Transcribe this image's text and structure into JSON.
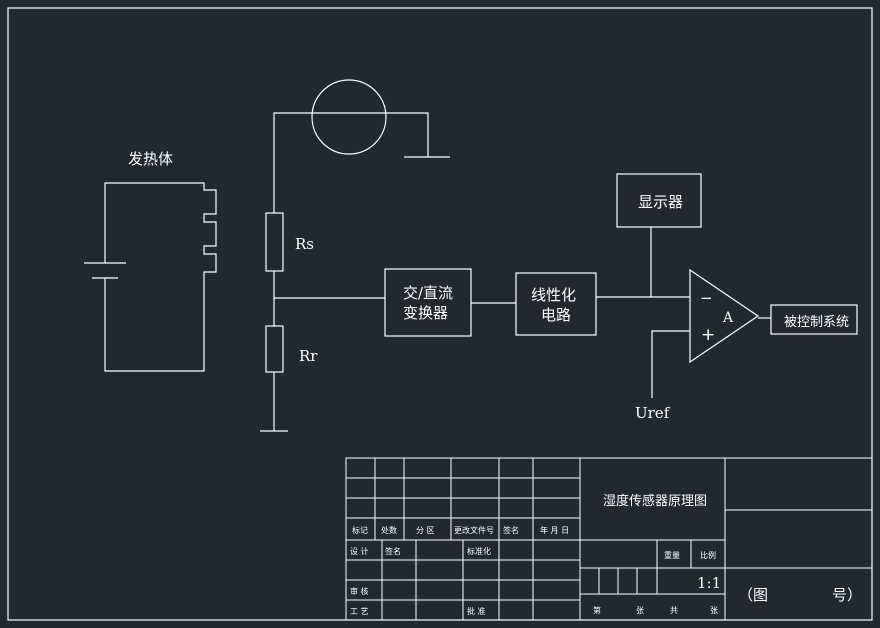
{
  "diagram": {
    "heater_label": "发热体",
    "rs_label": "Rs",
    "rr_label": "Rr",
    "converter_line1": "交/直流",
    "converter_line2": "变换器",
    "linearizer_line1": "线性化",
    "linearizer_line2": "电路",
    "display_label": "显示器",
    "amp_label": "A",
    "amp_minus": "−",
    "amp_plus": "+",
    "controlled_system_label": "被控制系统",
    "uref_label": "Uref"
  },
  "title_block": {
    "drawing_title": "湿度传感器原理图",
    "header_labels": [
      "标记",
      "处数",
      "分  区",
      "更改文件号",
      "签名",
      "年  月  日"
    ],
    "design": "设  计",
    "signature": "签名",
    "standardization": "标准化",
    "weight": "重量",
    "scale_label": "比例",
    "scale_value": "1:1",
    "review": "审  核",
    "process": "工  艺",
    "approve": "批  准",
    "sheet_no": "第",
    "sheet_unit": "张",
    "total": "共",
    "total_unit": "张",
    "drawing_no": "（图",
    "drawing_no_end": "号）"
  },
  "colors": {
    "background": "#212830",
    "line": "#ffffff"
  }
}
